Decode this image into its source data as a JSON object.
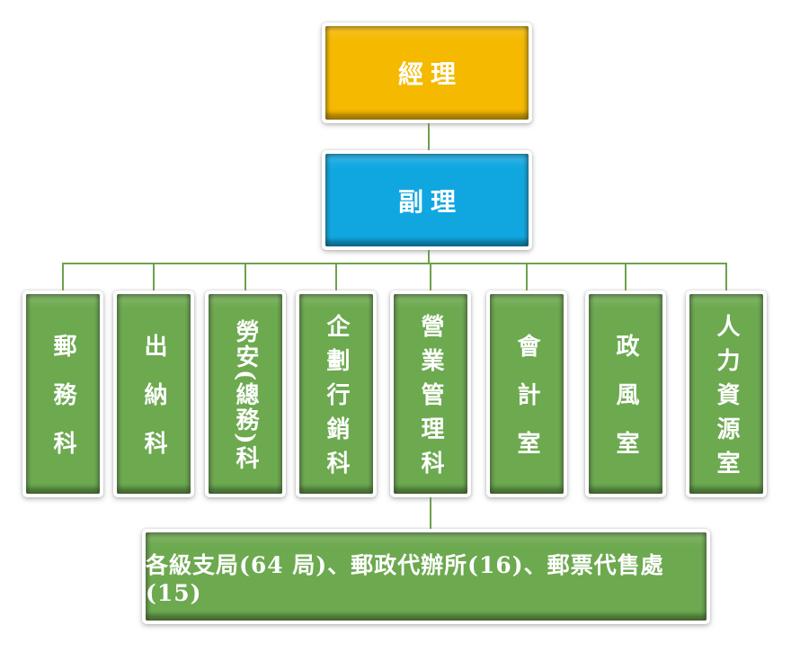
{
  "org_chart": {
    "manager": {
      "label": "經理"
    },
    "deputy": {
      "label": "副理"
    },
    "departments": [
      {
        "label": "郵務科"
      },
      {
        "label": "出納科"
      },
      {
        "label": "勞安(總務)科"
      },
      {
        "label": "企劃行銷科"
      },
      {
        "label": "營業管理科"
      },
      {
        "label": "會計室"
      },
      {
        "label": "政風室"
      },
      {
        "label": "人力資源室"
      }
    ],
    "branch_offices": {
      "label": "各級支局(64 局)、郵政代辦所(16)、郵票代售處(15)"
    },
    "colors": {
      "manager_fill": "#F5B900",
      "deputy_fill": "#10A7E0",
      "department_fill": "#6CA94F",
      "branch_fill": "#6CA94F",
      "connector": "#6FA14C",
      "text": "#FFFFFF"
    }
  }
}
